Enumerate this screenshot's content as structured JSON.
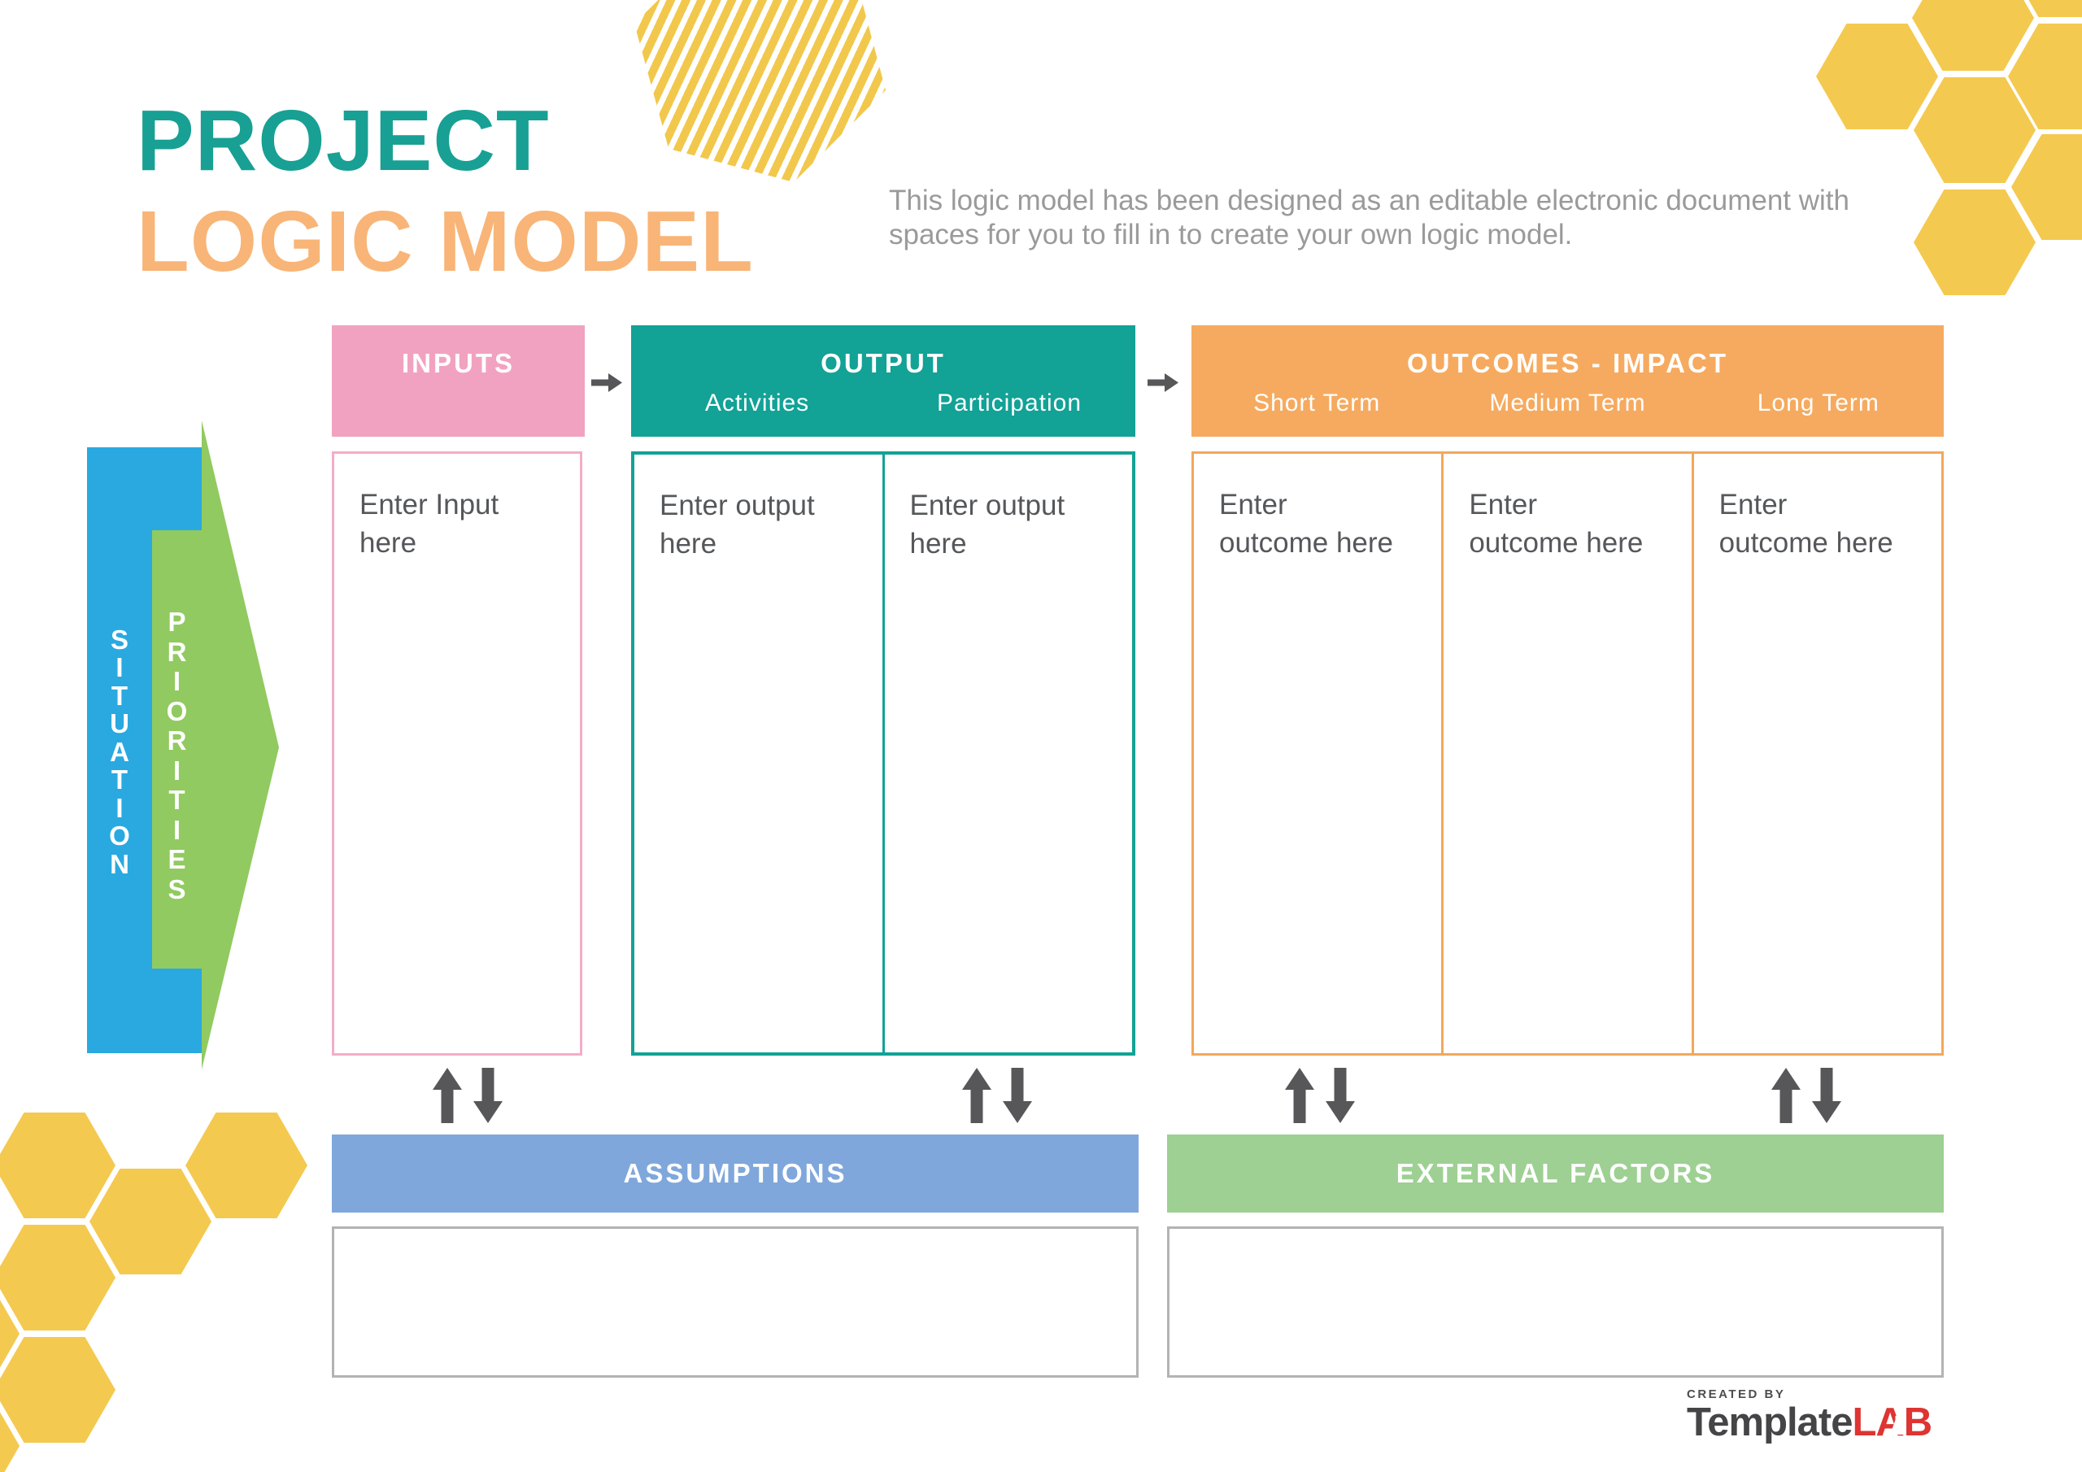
{
  "title": {
    "line1": "PROJECT",
    "line2": "LOGIC MODEL"
  },
  "subtitle": "This logic model has been designed as an editable electronic document with spaces for you to fill in to create your own logic model.",
  "flow": {
    "situation_label": "SITUATION",
    "priorities_label": "PRIORITIES"
  },
  "columns": {
    "inputs": {
      "header": "INPUTS",
      "placeholder": "Enter Input\nhere"
    },
    "output": {
      "header": "OUTPUT",
      "subheaders": [
        "Activities",
        "Participation"
      ],
      "placeholder": "Enter output\nhere"
    },
    "outcomes": {
      "header": "OUTCOMES - IMPACT",
      "subheaders": [
        "Short Term",
        "Medium Term",
        "Long Term"
      ],
      "placeholder": "Enter\noutcome here"
    }
  },
  "assumptions": {
    "label": "ASSUMPTIONS",
    "value": ""
  },
  "external_factors": {
    "label": "EXTERNAL FACTORS",
    "value": ""
  },
  "footer": {
    "created_by": "CREATED BY",
    "brand_part1": "Template",
    "brand_part2": "LAB"
  },
  "icons": {
    "flow_arrow": "right-arrow-icon",
    "feedback": "up-down-arrows-icon",
    "decoration": "hexagon-honeycomb"
  },
  "colors": {
    "title_teal": "#18A094",
    "title_orange": "#F8B577",
    "inputs_pink": "#F2A2C1",
    "inputs_border_pink": "#F3ADC8",
    "output_teal": "#12A296",
    "outcomes_orange": "#F6AA5F",
    "outcomes_border_orange": "#F2A85C",
    "situation_blue": "#29A9E0",
    "priorities_green": "#91CA60",
    "assumptions_blue": "#7FA7DB",
    "external_factors_green": "#9DD092",
    "hexagon_yellow": "#F4C94F",
    "arrow_gray": "#57575A",
    "body_text_gray": "#55575A",
    "subtitle_gray": "#9A9A9B",
    "empty_box_border_gray": "#B3B3B3",
    "brand_gray": "#454547",
    "brand_red": "#DE3432"
  }
}
